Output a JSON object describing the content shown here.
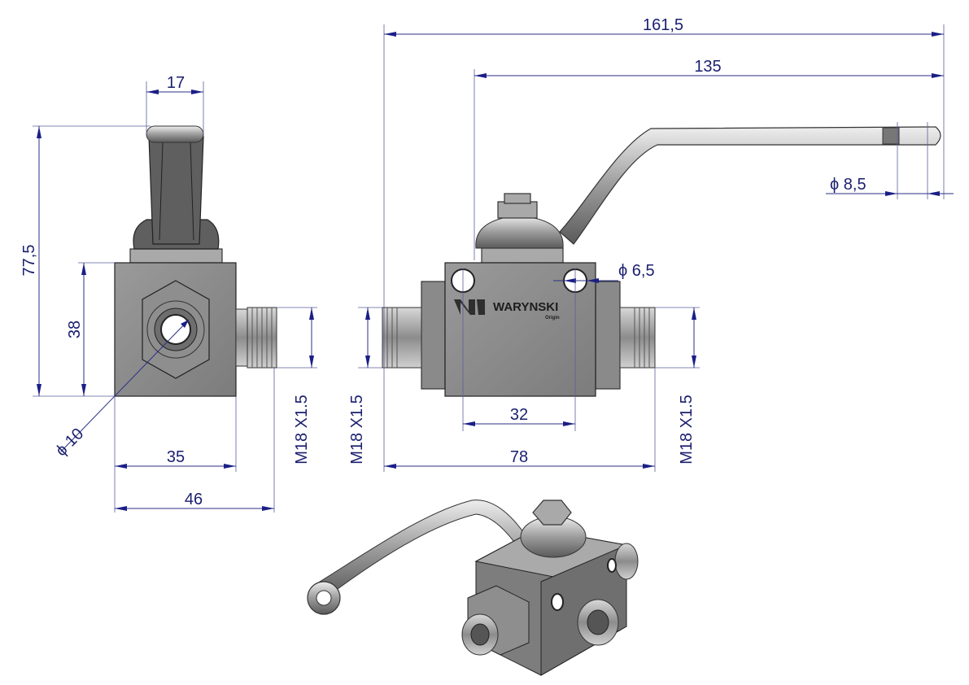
{
  "drawing": {
    "side_view": {
      "dim_handle_width": "17",
      "dim_total_height": "77,5",
      "dim_body_height": "38",
      "dim_bore": "ϕ 10",
      "dim_body_width": "35",
      "dim_total_width": "46",
      "dim_thread": "M18 X1.5"
    },
    "front_view": {
      "dim_overall_length": "161,5",
      "dim_handle_length": "135",
      "dim_handle_hole": "ϕ 8,5",
      "dim_mount_hole": "ϕ 6,5",
      "dim_hole_spacing": "32",
      "dim_body_length": "78",
      "dim_thread_left": "M18 X1.5",
      "dim_thread_right": "M18 X1.5",
      "logo_text": "WARYNSKI",
      "logo_subtext": "Origin"
    }
  }
}
